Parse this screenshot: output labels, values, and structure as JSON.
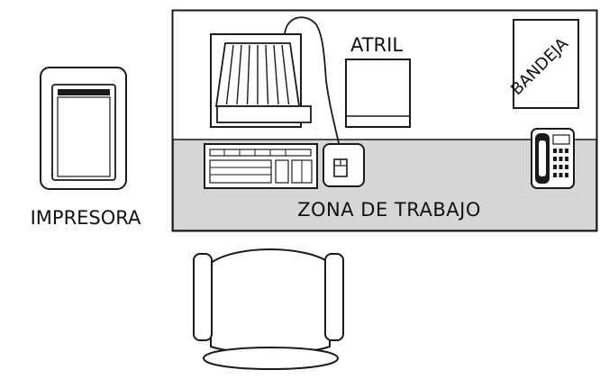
{
  "labels": {
    "printer": "IMPRESORA",
    "document_holder": "ATRIL",
    "tray": "BANDEJA",
    "work_zone": "ZONA DE TRABAJO"
  },
  "icons": {
    "printer": "printer-icon",
    "monitor": "monitor-icon",
    "keyboard": "keyboard-icon",
    "mouse": "mouse-icon",
    "phone": "phone-icon",
    "document_holder": "document-holder-icon",
    "tray": "tray-icon",
    "chair": "office-chair-icon"
  },
  "colors": {
    "line": "#1a1a1a",
    "work_zone_fill": "#d6d6d6",
    "background": "#ffffff"
  }
}
